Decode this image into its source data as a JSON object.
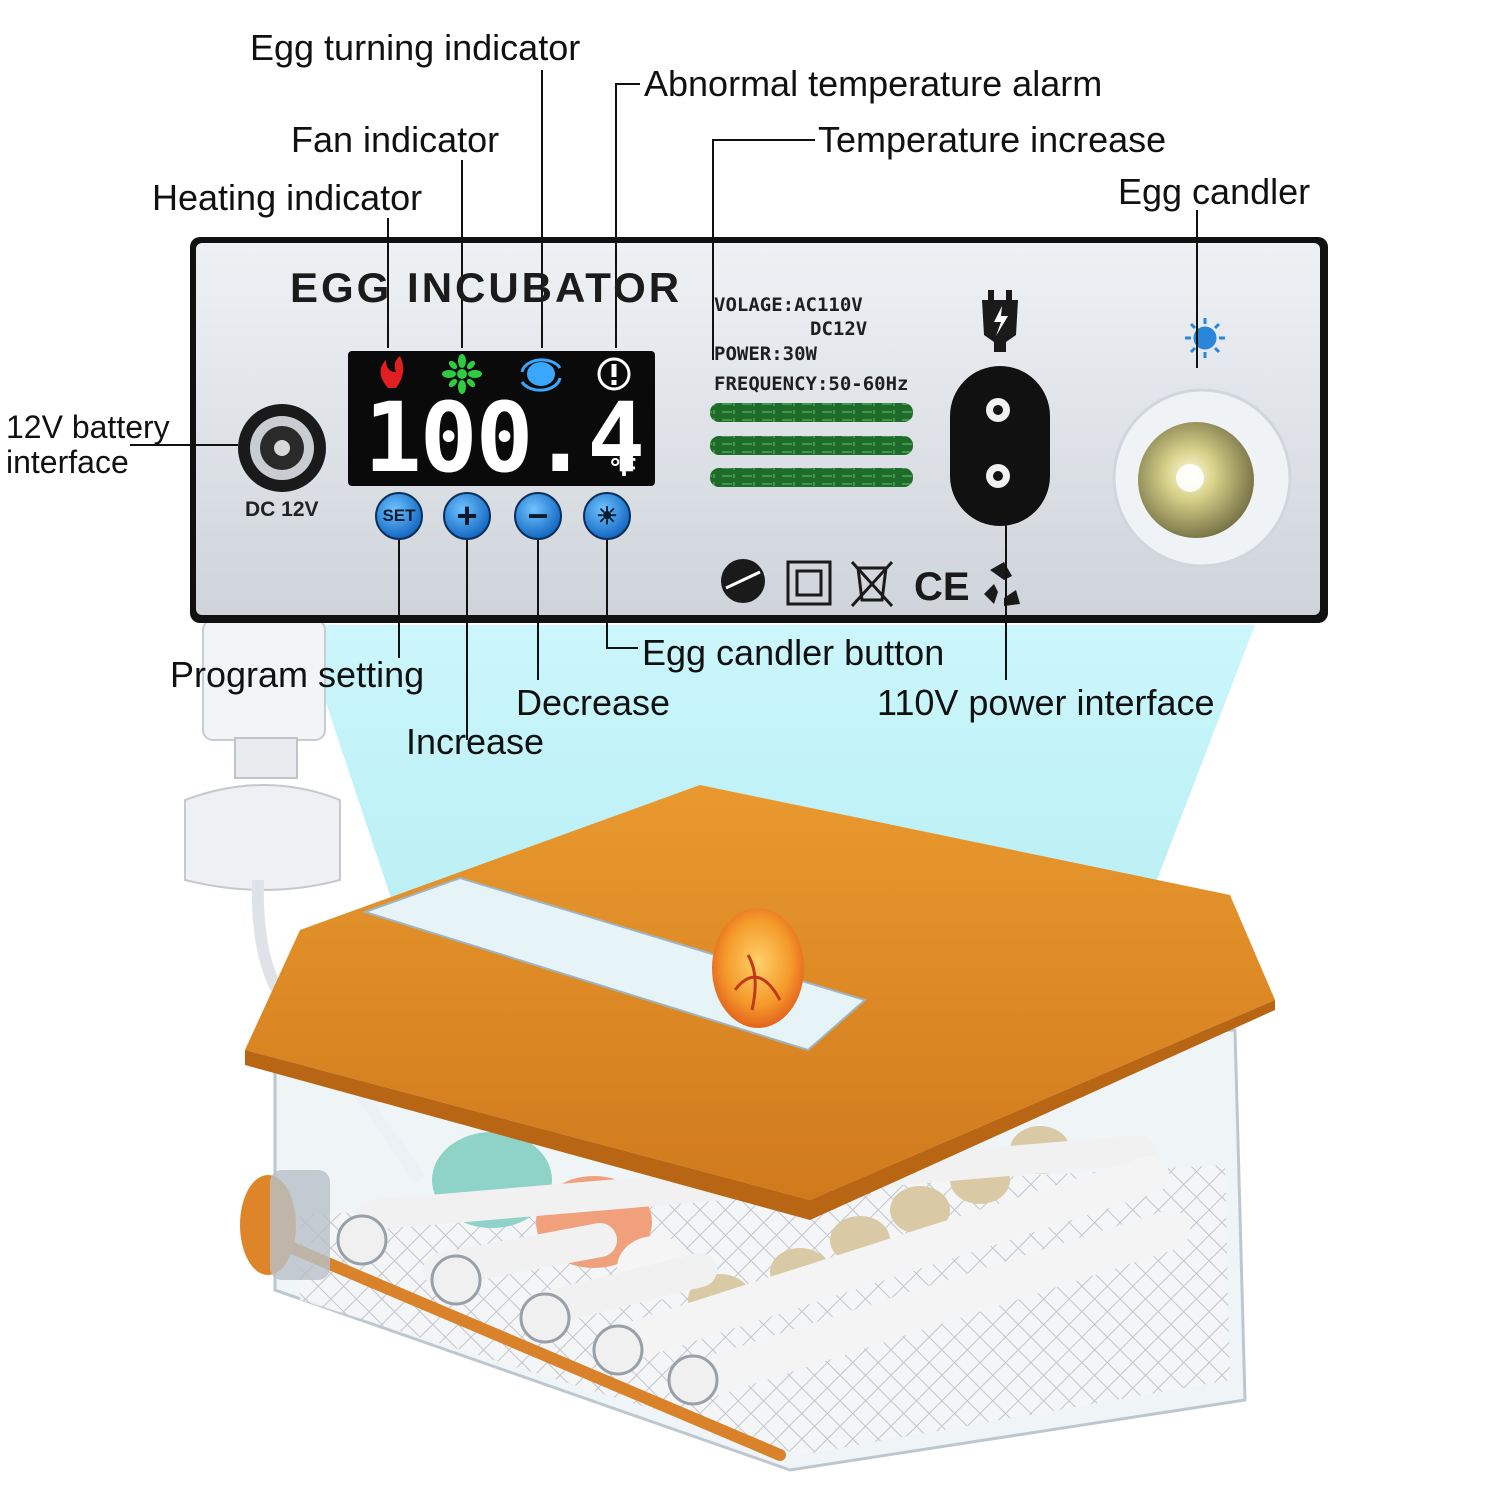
{
  "labels": {
    "egg_turning_indicator": "Egg turning indicator",
    "abnormal_temperature_alarm": "Abnormal temperature alarm",
    "fan_indicator": "Fan indicator",
    "temperature_increase": "Temperature increase",
    "heating_indicator": "Heating indicator",
    "egg_candler": "Egg candler",
    "battery_interface": "12V battery interface",
    "program_setting": "Program setting",
    "egg_candler_button": "Egg candler button",
    "decrease": "Decrease",
    "power_interface": "110V power interface",
    "increase": "Increase"
  },
  "panel": {
    "title": "EGG  INCUBATOR",
    "dc_label": "DC 12V",
    "display": {
      "temperature": "100.4",
      "unit": "°F"
    },
    "buttons": {
      "set": "SET",
      "plus": "+",
      "minus": "−",
      "candler_symbol": "☀"
    },
    "specs": {
      "voltage": "VOLAGE:AC110V",
      "voltage_dc": "DC12V",
      "power": "POWER:30W",
      "frequency": "FREQUENCY:50-60Hz"
    }
  },
  "icons": {
    "heating": "flame-icon",
    "fan": "fan-icon",
    "turning": "rotate-icon",
    "alarm": "alert-icon",
    "power": "plug-icon",
    "candler": "light-icon"
  },
  "colors": {
    "panel": "#dfe3e8",
    "display": "#0a0a0a",
    "button": "#1a6fc7",
    "lid": "#e08a2a",
    "flame": "#e02020",
    "fan": "#2ecc40",
    "turning": "#3aa7ff",
    "highlight": "#bff3f7"
  }
}
